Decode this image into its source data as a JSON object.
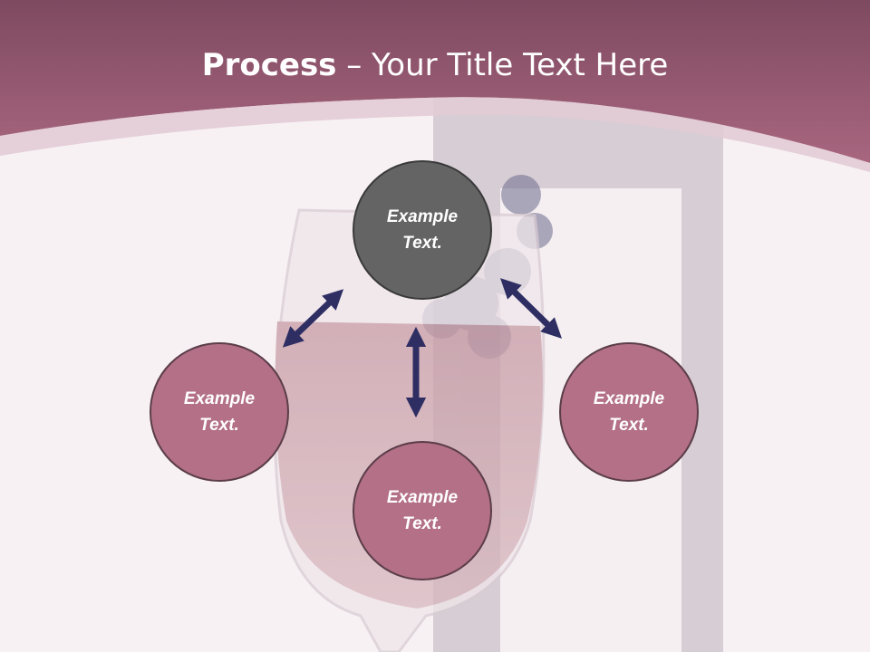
{
  "title": {
    "bold": "Process",
    "rest": " – Your Title Text Here"
  },
  "nodes": {
    "top": "Example\nText.",
    "left": "Example\nText.",
    "right": "Example\nText.",
    "bottom": "Example\nText."
  },
  "colors": {
    "header": "#9e5c76",
    "node_dark": "#646464",
    "node_rose": "#b37086",
    "arrow": "#2e2e63",
    "background": "#f7f1f4"
  }
}
